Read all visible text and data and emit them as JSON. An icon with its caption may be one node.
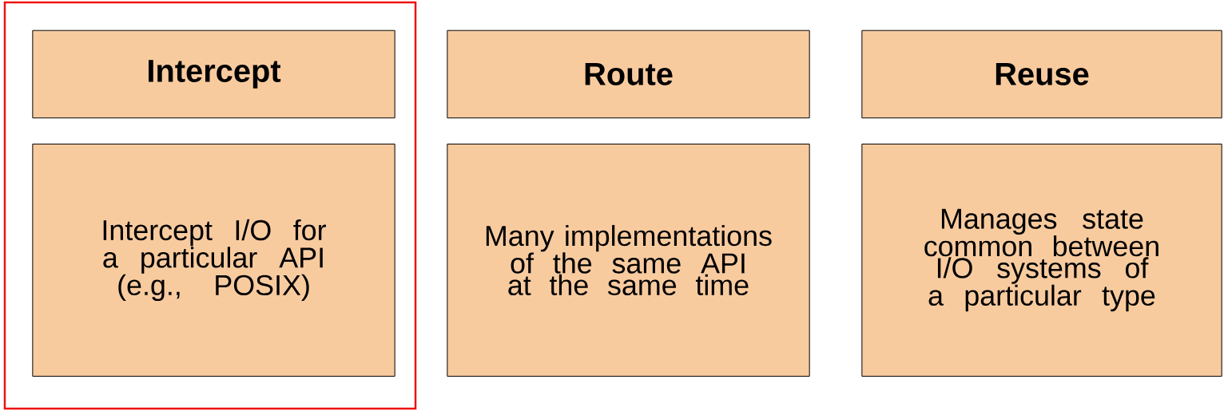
{
  "diagram": {
    "nodes": [
      {
        "text": [],
        "shape": "box"
      },
      {
        "text": [
          "Intercept"
        ],
        "in": 0
      },
      {
        "text": [
          "Intercept I/O for a particular API (e.g., POSIX)"
        ],
        "in": 0
      },
      {
        "text": [
          "Route"
        ]
      },
      {
        "text": [
          "Many implementations of the same API at the same time"
        ]
      },
      {
        "text": [
          "Reuse"
        ]
      },
      {
        "text": [
          "Manages state common between I/O systems of a particular type"
        ]
      }
    ]
  }
}
